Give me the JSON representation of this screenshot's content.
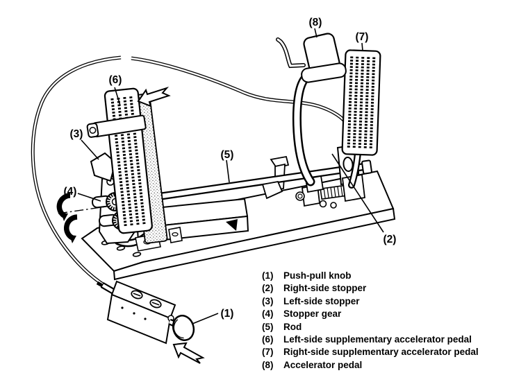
{
  "colors": {
    "ink": "#000000",
    "paper": "#ffffff"
  },
  "icons": {
    "press_arrow": "outline-block-arrow-pointing-left-at-pedal",
    "push_arrow": "outline-block-arrow-pointing-up-left-at-knob",
    "rotate_marks": "two-curved-rotation-marks"
  },
  "callouts": [
    {
      "label": "(1)"
    },
    {
      "label": "(2)"
    },
    {
      "label": "(3)"
    },
    {
      "label": "(4)"
    },
    {
      "label": "(5)"
    },
    {
      "label": "(6)"
    },
    {
      "label": "(7)"
    },
    {
      "label": "(8)"
    }
  ],
  "legend": {
    "items": [
      {
        "number": "(1)",
        "label": "Push-pull knob"
      },
      {
        "number": "(2)",
        "label": "Right-side stopper"
      },
      {
        "number": "(3)",
        "label": "Left-side stopper"
      },
      {
        "number": "(4)",
        "label": "Stopper gear"
      },
      {
        "number": "(5)",
        "label": "Rod"
      },
      {
        "number": "(6)",
        "label": "Left-side supplementary accelerator pedal"
      },
      {
        "number": "(7)",
        "label": "Right-side supplementary accelerator pedal"
      },
      {
        "number": "(8)",
        "label": "Accelerator pedal"
      }
    ]
  }
}
